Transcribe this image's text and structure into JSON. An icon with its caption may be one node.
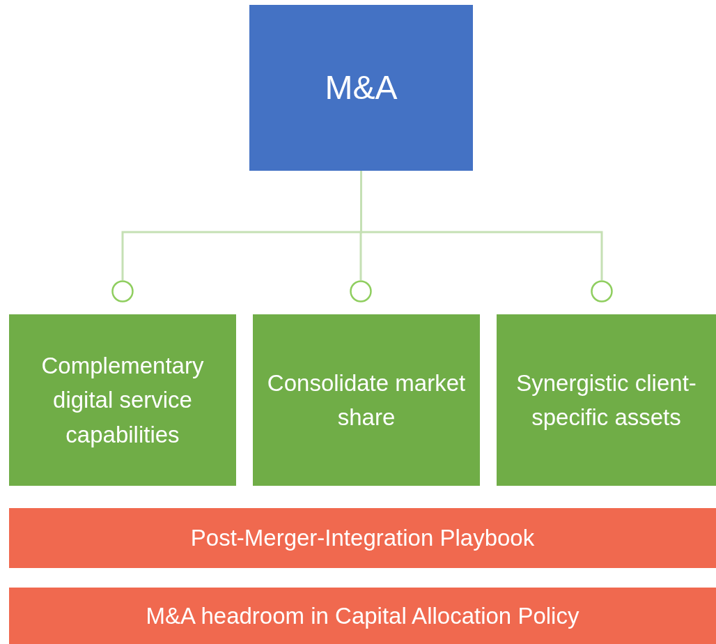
{
  "diagram": {
    "nodes": [
      {
        "text": [
          "M&A"
        ]
      },
      {
        "text": [],
        "shape": "circle"
      },
      {
        "text": [],
        "shape": "circle"
      },
      {
        "text": [],
        "shape": "circle"
      },
      {
        "text": [
          "Complementary digital service capabilities"
        ]
      },
      {
        "text": [
          "Consolidate market share"
        ]
      },
      {
        "text": [
          "Synergistic client-specific assets"
        ]
      },
      {
        "text": [
          "Post-Merger-Integration Playbook"
        ]
      },
      {
        "text": [
          "M&A headroom in Capital Allocation Policy"
        ]
      }
    ],
    "edges": [
      {
        "from": 0,
        "to": 1,
        "arrow": "none"
      },
      {
        "from": 0,
        "to": 2,
        "arrow": "none"
      },
      {
        "from": 0,
        "to": 3,
        "arrow": "none"
      }
    ]
  }
}
